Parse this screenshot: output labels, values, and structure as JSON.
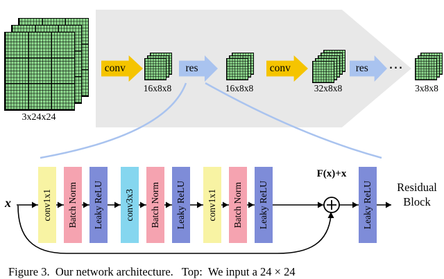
{
  "colors": {
    "gray_pipeline": "#e8e8e8",
    "conv_arrow": "#f5c400",
    "res_arrow": "#a9c3ef",
    "feature_map_green": "#8ed98e",
    "conv1x1_block": "#f8f3a3",
    "batch_norm_block": "#f5a3b0",
    "leaky_relu_block": "#7e8cd8",
    "conv3x3_block": "#85d6ef",
    "connector_blue": "#a9c3ef"
  },
  "top": {
    "input_label": "3x24x24",
    "conv1": "conv",
    "tensor1": "16x8x8",
    "res1": "res",
    "tensor2": "16x8x8",
    "conv2": "conv",
    "tensor3": "32x8x8",
    "res2": "res",
    "dots": "⋯",
    "tensor4": "3x8x8"
  },
  "residual_block": {
    "input": "x",
    "layers": [
      "conv1x1",
      "Batch Norm",
      "Leaky ReLU",
      "conv3x3",
      "Batch Norm",
      "Leaky ReLU",
      "conv1x1",
      "Batch Norm",
      "Leaky ReLU"
    ],
    "sum_label": "F(x)+x",
    "final_layer": "Leaky ReLU",
    "title_line1": "Residual",
    "title_line2": "Block"
  },
  "caption": "Figure 3.  Our network architecture.   Top:  We input a 24 × 24"
}
